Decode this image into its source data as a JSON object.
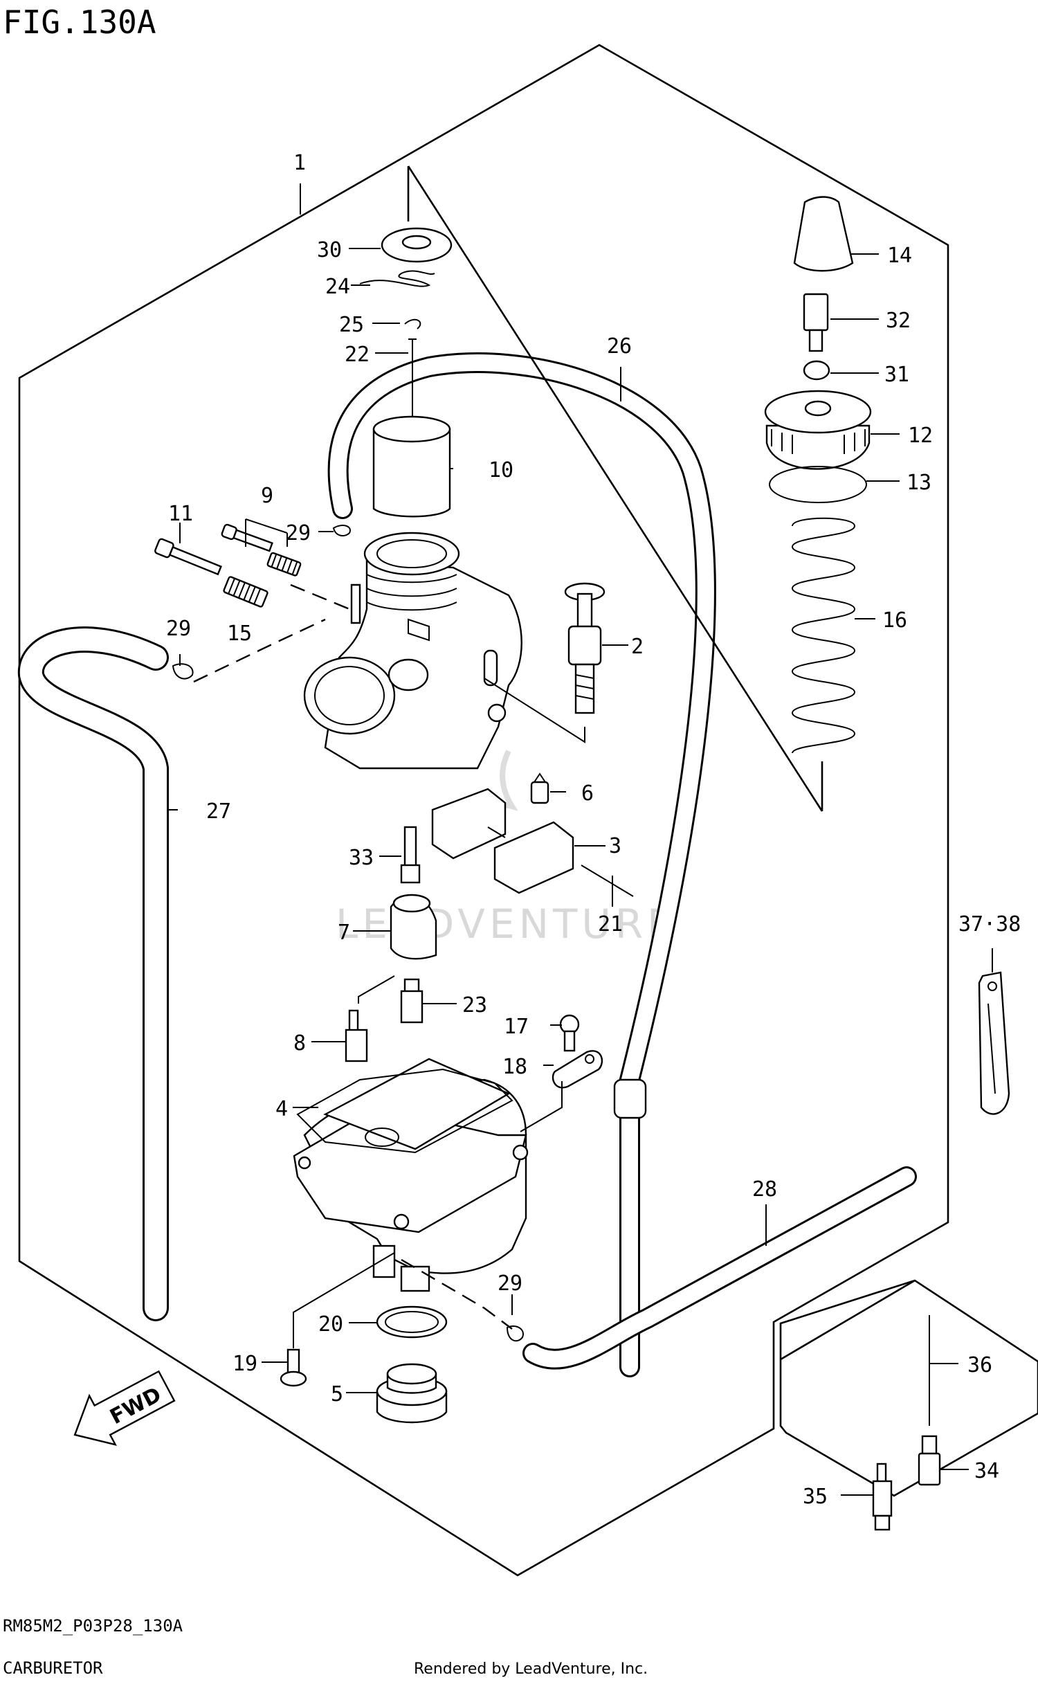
{
  "figure": {
    "title": "FIG.130A",
    "code": "RM85M2_P03P28_130A",
    "caption": "CARBURETOR",
    "credit": "Rendered by LeadVenture, Inc.",
    "watermark": "LEADVENTURE",
    "fwd_label": "FWD"
  },
  "callouts": [
    {
      "id": "1",
      "label": "1"
    },
    {
      "id": "2",
      "label": "2"
    },
    {
      "id": "3",
      "label": "3"
    },
    {
      "id": "4",
      "label": "4"
    },
    {
      "id": "5",
      "label": "5"
    },
    {
      "id": "6",
      "label": "6"
    },
    {
      "id": "7",
      "label": "7"
    },
    {
      "id": "8",
      "label": "8"
    },
    {
      "id": "9",
      "label": "9"
    },
    {
      "id": "10",
      "label": "10"
    },
    {
      "id": "11",
      "label": "11"
    },
    {
      "id": "12",
      "label": "12"
    },
    {
      "id": "13",
      "label": "13"
    },
    {
      "id": "14",
      "label": "14"
    },
    {
      "id": "15",
      "label": "15"
    },
    {
      "id": "16",
      "label": "16"
    },
    {
      "id": "17",
      "label": "17"
    },
    {
      "id": "18",
      "label": "18"
    },
    {
      "id": "19",
      "label": "19"
    },
    {
      "id": "20",
      "label": "20"
    },
    {
      "id": "21",
      "label": "21"
    },
    {
      "id": "22",
      "label": "22"
    },
    {
      "id": "23",
      "label": "23"
    },
    {
      "id": "24",
      "label": "24"
    },
    {
      "id": "25",
      "label": "25"
    },
    {
      "id": "26",
      "label": "26"
    },
    {
      "id": "27",
      "label": "27"
    },
    {
      "id": "28",
      "label": "28"
    },
    {
      "id": "29a",
      "label": "29"
    },
    {
      "id": "29b",
      "label": "29"
    },
    {
      "id": "29c",
      "label": "29"
    },
    {
      "id": "30",
      "label": "30"
    },
    {
      "id": "31",
      "label": "31"
    },
    {
      "id": "32",
      "label": "32"
    },
    {
      "id": "33",
      "label": "33"
    },
    {
      "id": "34",
      "label": "34"
    },
    {
      "id": "35",
      "label": "35"
    },
    {
      "id": "36",
      "label": "36"
    },
    {
      "id": "37-38",
      "label": "37·38"
    }
  ]
}
